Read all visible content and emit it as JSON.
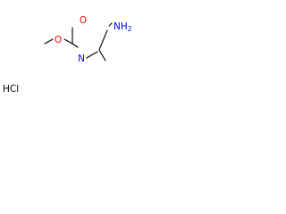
{
  "atoms": {
    "methoxy_O": {
      "text": "O",
      "color": "#ff0000"
    },
    "carbonyl_OH": {
      "text": "O",
      "color": "#ff0000"
    },
    "amide_N": {
      "text": "N",
      "color": "#0000ff"
    },
    "amine_N": {
      "text": "NH",
      "color": "#0000ff"
    },
    "amine_sub": {
      "text": "2",
      "color": "#0000ff"
    }
  },
  "salt": {
    "text": "HCl",
    "color": "#000000"
  }
}
